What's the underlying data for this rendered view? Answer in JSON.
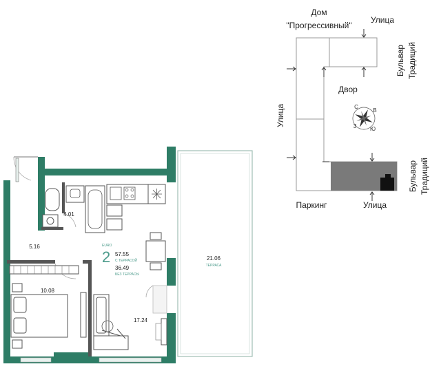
{
  "site_plan": {
    "house_label_line1": "Дом",
    "house_label_line2": "\"Прогрессивный\"",
    "street_top": "Улица",
    "street_left": "Улица",
    "street_bottom": "Улица",
    "boulevard_top_line1": "Бульвар",
    "boulevard_top_line2": "Традиций",
    "boulevard_bottom_line1": "Бульвар",
    "boulevard_bottom_line2": "Традиций",
    "yard": "Двор",
    "parking": "Паркинг",
    "compass": {
      "n": "С",
      "e": "В",
      "s": "Ю",
      "w": "З"
    },
    "colors": {
      "building_fill": "#7a7a7a",
      "unit_marker": "#111111"
    }
  },
  "floor_plan": {
    "colors": {
      "wall": "#2e7d66",
      "accent_text": "#4a9a8a"
    },
    "rooms": {
      "bathroom_area": "4.01",
      "hall_area": "5.16",
      "bedroom_area": "10.08",
      "living_area": "17.24",
      "terrace_area": "21.06",
      "terrace_label": "ТЕРРАСА"
    },
    "summary": {
      "type_label": "EURO",
      "rooms_count": "2",
      "total_area": "57.55",
      "total_note": "С ТЕРРАСОЙ",
      "net_area": "36.49",
      "net_note": "БЕЗ ТЕРРАСЫ"
    }
  }
}
